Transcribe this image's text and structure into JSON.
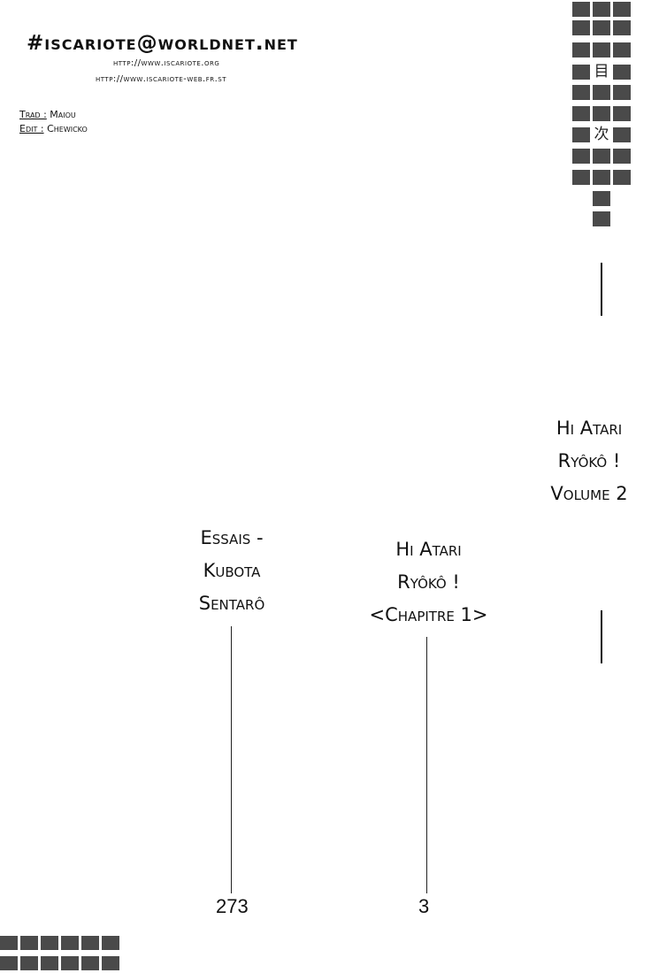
{
  "header": {
    "email": "#iscariote@worldnet.net",
    "url1": "http://www.iscariote.org",
    "url2": "http://www.iscariote-web.fr.st"
  },
  "credits": {
    "trad_label": "Trad :",
    "trad_value": "Maiou",
    "edit_label": "Edit :",
    "edit_value": "Chewicko"
  },
  "toc_heading": {
    "char1": "目",
    "char2": "次"
  },
  "volume": {
    "line1": "Hi Atari",
    "line2": "Ryôkô !",
    "line3": "Volume 2"
  },
  "entries": [
    {
      "line1": "Hi Atari",
      "line2": "Ryôkô !",
      "line3": "<Chapitre 1>",
      "page": "3"
    },
    {
      "line1": "Essais -",
      "line2": "Kubota",
      "line3": "Sentarô",
      "page": "273"
    }
  ]
}
